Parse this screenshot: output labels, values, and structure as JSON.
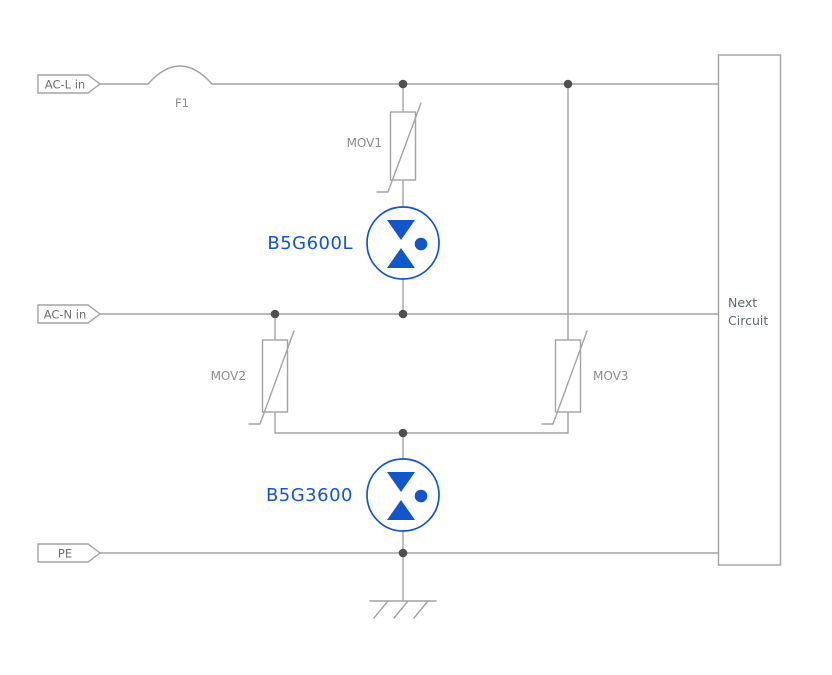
{
  "colors": {
    "accent_blue": "#1256cb",
    "line_gray": "#a3a3a3",
    "dot_gray": "#4f4f4f",
    "label_gray": "#8c8c8c",
    "terminal_text": "#6f6f6f",
    "next_text": "#5f6670",
    "background": "#ffffff"
  },
  "terminals": {
    "ac_l": {
      "label": "AC-L in"
    },
    "ac_n": {
      "label": "AC-N in"
    },
    "pe": {
      "label": "PE"
    }
  },
  "components": {
    "fuse": {
      "label": "F1",
      "type": "fuse"
    },
    "mov1": {
      "label": "MOV1",
      "type": "varistor"
    },
    "mov2": {
      "label": "MOV2",
      "type": "varistor"
    },
    "mov3": {
      "label": "MOV3",
      "type": "varistor"
    },
    "gdt1": {
      "label": "B5G600L",
      "type": "gas-discharge-tube"
    },
    "gdt2": {
      "label": "B5G3600",
      "type": "gas-discharge-tube"
    }
  },
  "next_circuit": {
    "line1": "Next",
    "line2": "Circuit"
  }
}
